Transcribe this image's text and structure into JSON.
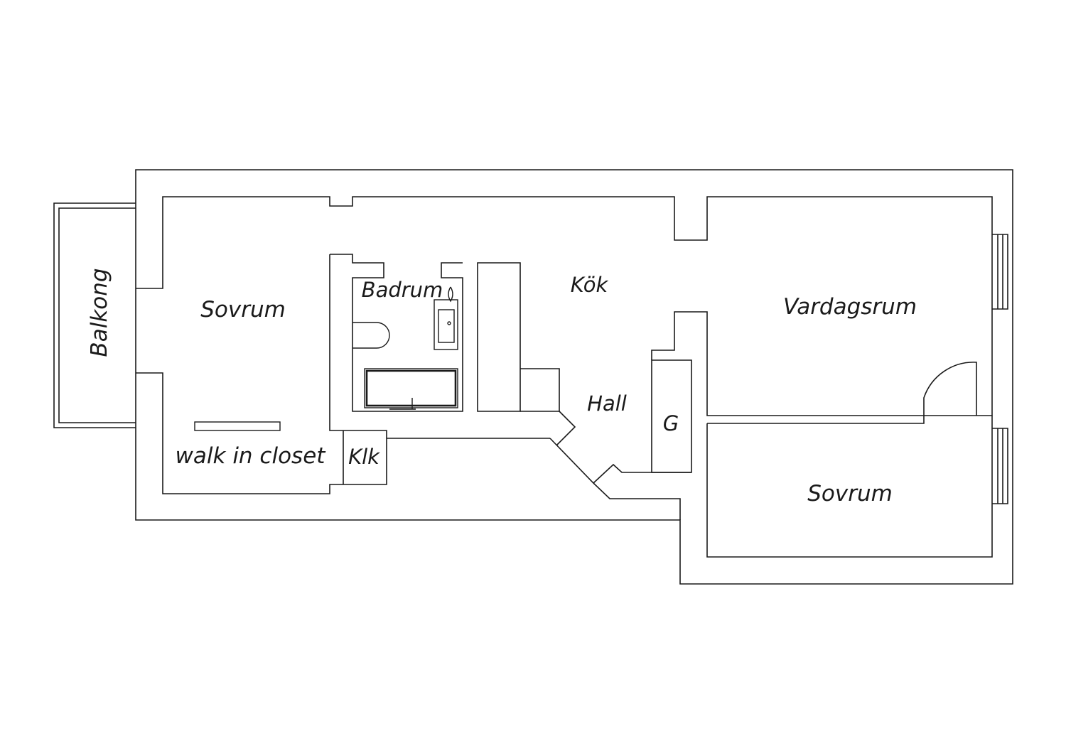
{
  "floorplan": {
    "rooms": {
      "balkong": "Balkong",
      "sovrum_left": "Sovrum",
      "walk_in_closet": "walk in closet",
      "klk": "Klk",
      "badrum": "Badrum",
      "kok": "Kök",
      "hall": "Hall",
      "g": "G",
      "vardagsrum": "Vardagsrum",
      "sovrum_right": "Sovrum"
    },
    "colors": {
      "line": "#1a1a1a",
      "background": "#ffffff"
    }
  }
}
